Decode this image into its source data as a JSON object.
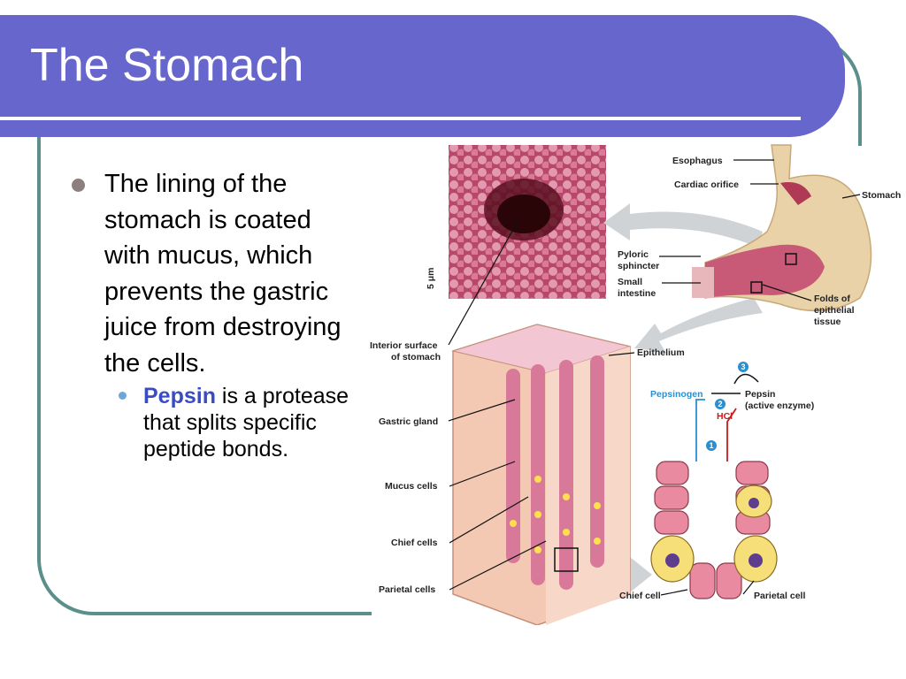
{
  "slide": {
    "title": "The Stomach",
    "bullet1": "The lining of the stomach is coated with mucus, which prevents the gastric juice from destroying the cells.",
    "bullet2": {
      "term": "Pepsin",
      "rest": " is a protease that splits specific peptide bonds."
    }
  },
  "figure": {
    "scale": "5 μm",
    "labels": {
      "esophagus": "Esophagus",
      "cardiac_orifice": "Cardiac orifice",
      "stomach": "Stomach",
      "pyloric_1": "Pyloric",
      "pyloric_2": "sphincter",
      "small_1": "Small",
      "small_2": "intestine",
      "folds_1": "Folds of",
      "folds_2": "epithelial",
      "folds_3": "tissue",
      "interior_1": "Interior surface",
      "interior_2": "of stomach",
      "epithelium": "Epithelium",
      "gastric_gland": "Gastric gland",
      "mucus_cells": "Mucus cells",
      "chief_cells": "Chief cells",
      "parietal_cells": "Parietal cells",
      "pepsinogen": "Pepsinogen",
      "pepsin": "Pepsin",
      "active_enzyme": "(active enzyme)",
      "hcl": "HCl",
      "chief_cell": "Chief cell",
      "parietal_cell": "Parietal cell",
      "step1": "1",
      "step2": "2",
      "step3": "3"
    }
  },
  "colors": {
    "title_bar": "#6666cc",
    "frame": "#5a8f8b",
    "bullet_dot": "#8c7f7f",
    "sub_bullet_dot": "#6fa6d8",
    "highlight": "#3a4cc2"
  }
}
